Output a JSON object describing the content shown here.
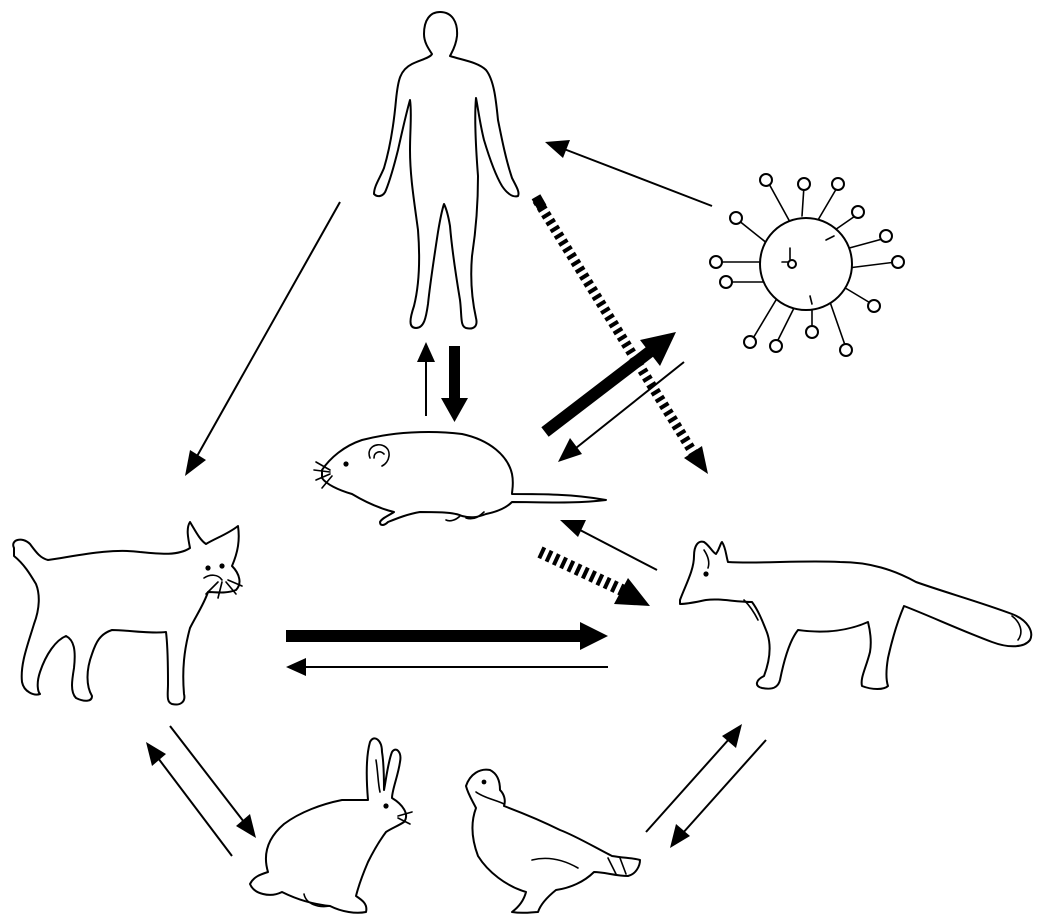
{
  "diagram": {
    "nodes": [
      {
        "id": "human",
        "icon": "human-icon"
      },
      {
        "id": "virus",
        "icon": "virus-icon"
      },
      {
        "id": "rodent",
        "icon": "rodent-icon"
      },
      {
        "id": "lynx",
        "icon": "lynx-icon"
      },
      {
        "id": "fox",
        "icon": "fox-icon"
      },
      {
        "id": "hare",
        "icon": "hare-icon"
      },
      {
        "id": "grouse",
        "icon": "grouse-icon"
      }
    ],
    "edges": [
      {
        "from": "virus",
        "to": "human",
        "style": "thin"
      },
      {
        "from": "human",
        "to": "lynx",
        "style": "thin"
      },
      {
        "from": "rodent",
        "to": "human",
        "style": "thin"
      },
      {
        "from": "human",
        "to": "rodent",
        "style": "thick"
      },
      {
        "from": "human",
        "to": "fox",
        "style": "dashed"
      },
      {
        "from": "rodent",
        "to": "virus",
        "style": "thick"
      },
      {
        "from": "virus",
        "to": "rodent",
        "style": "thin"
      },
      {
        "from": "fox",
        "to": "rodent",
        "style": "thin"
      },
      {
        "from": "rodent",
        "to": "fox",
        "style": "dashed"
      },
      {
        "from": "lynx",
        "to": "fox",
        "style": "thick"
      },
      {
        "from": "fox",
        "to": "lynx",
        "style": "thin"
      },
      {
        "from": "lynx",
        "to": "hare",
        "style": "thin"
      },
      {
        "from": "hare",
        "to": "lynx",
        "style": "thin"
      },
      {
        "from": "grouse",
        "to": "fox",
        "style": "thin"
      },
      {
        "from": "fox",
        "to": "grouse",
        "style": "thin"
      }
    ],
    "colors": {
      "ink": "#000000",
      "fill": "#ffffff"
    }
  }
}
